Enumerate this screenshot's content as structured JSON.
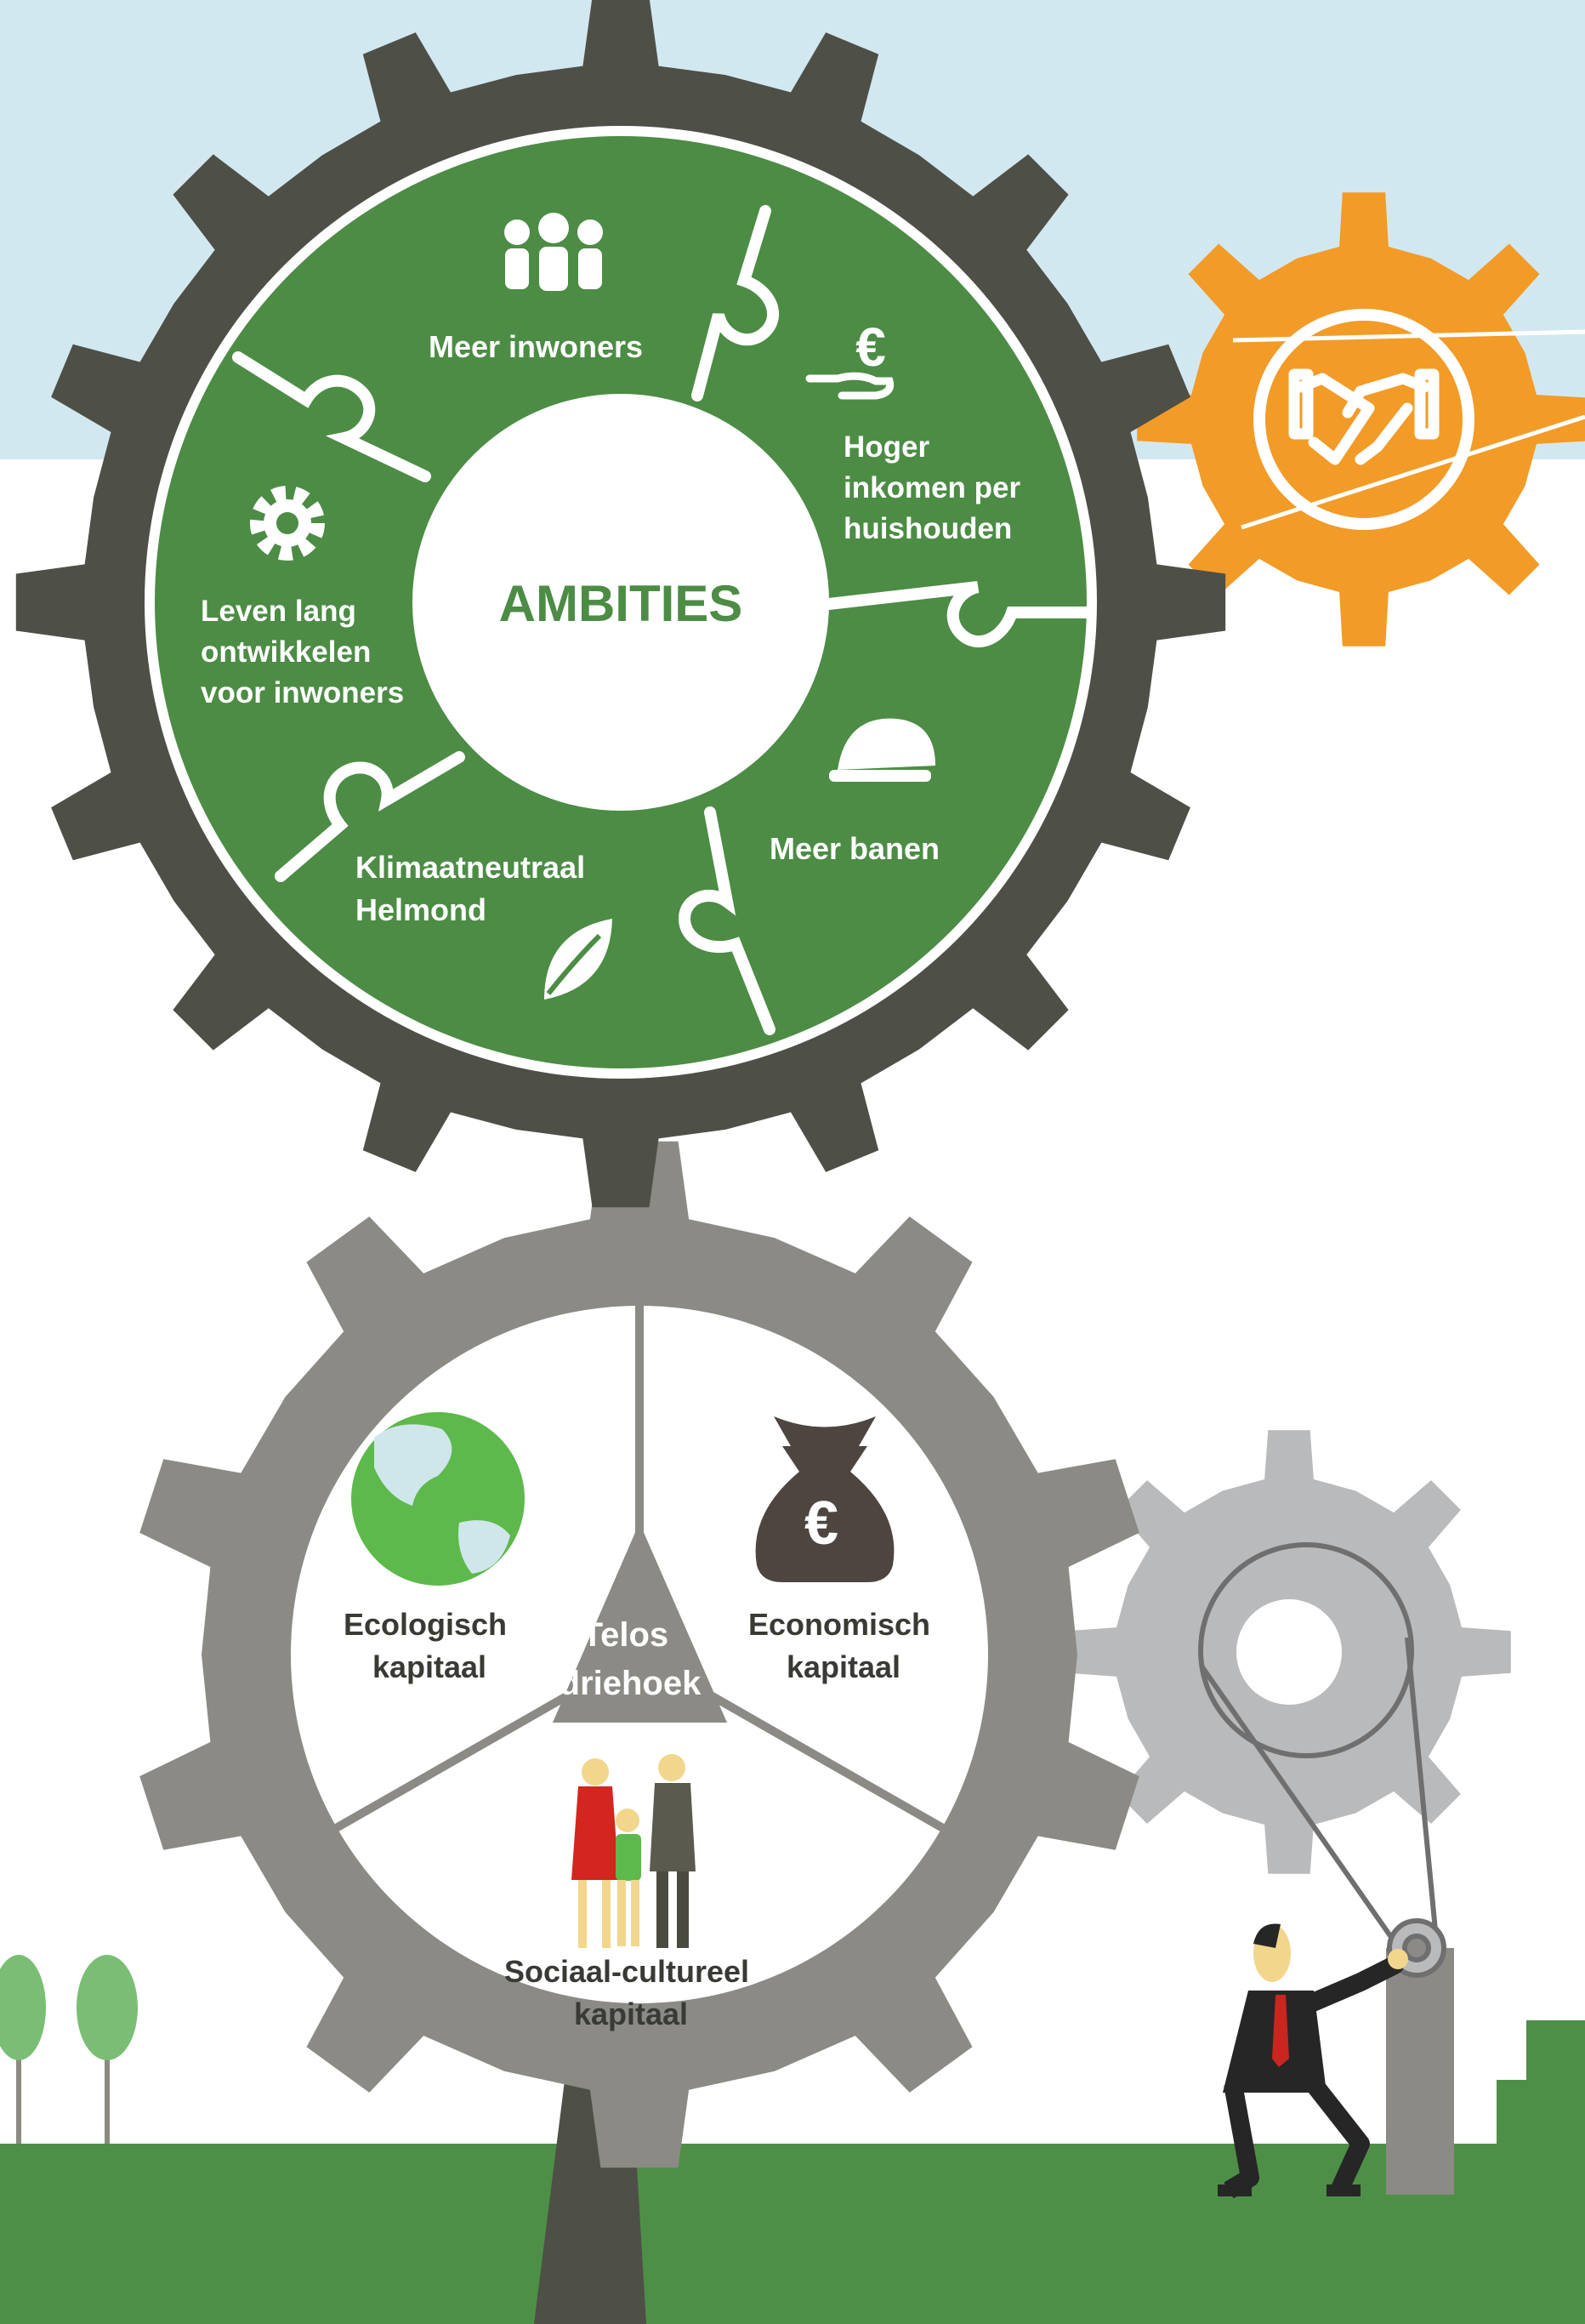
{
  "ambitions": {
    "center_title": "AMBITIES",
    "segments": [
      {
        "id": "inwoners",
        "icon": "people-icon",
        "lines": [
          "Meer inwoners"
        ]
      },
      {
        "id": "inkomen",
        "icon": "euro-hand-icon",
        "lines": [
          "Hoger",
          "inkomen per",
          "huishouden"
        ]
      },
      {
        "id": "banen",
        "icon": "hard-hat-icon",
        "lines": [
          "Meer banen"
        ]
      },
      {
        "id": "klimaat",
        "icon": "leaf-icon",
        "lines": [
          "Klimaatneutraal",
          "Helmond"
        ]
      },
      {
        "id": "ontwikkelen",
        "icon": "gear-icon",
        "lines": [
          "Leven lang",
          "ontwikkelen",
          "voor inwoners"
        ]
      }
    ]
  },
  "telos": {
    "center_lines": [
      "Telos",
      "driehoek"
    ],
    "sections": [
      {
        "id": "ecologisch",
        "icon": "globe-icon",
        "lines": [
          "Ecologisch",
          "kapitaal"
        ]
      },
      {
        "id": "economisch",
        "icon": "money-bag-icon",
        "lines": [
          "Economisch",
          "kapitaal"
        ]
      },
      {
        "id": "sociaal",
        "icon": "family-icon",
        "lines": [
          "Sociaal-cultureel",
          "kapitaal"
        ]
      }
    ]
  },
  "symbols": {
    "euro": "€"
  },
  "decor": {
    "orange_gear_icon": "handshake-icon",
    "light_gear": "pulley-gear",
    "figure": "man-turning-crank"
  },
  "colors": {
    "sky": "#D2E8F1",
    "grass": "#4E8F47",
    "ambition_green": "#4C8C45",
    "dark_gear": "#4E4F47",
    "mid_gear": "#8B8A84",
    "light_gear": "#B9BABC",
    "orange": "#F29B27",
    "tree": "#79BE74"
  }
}
